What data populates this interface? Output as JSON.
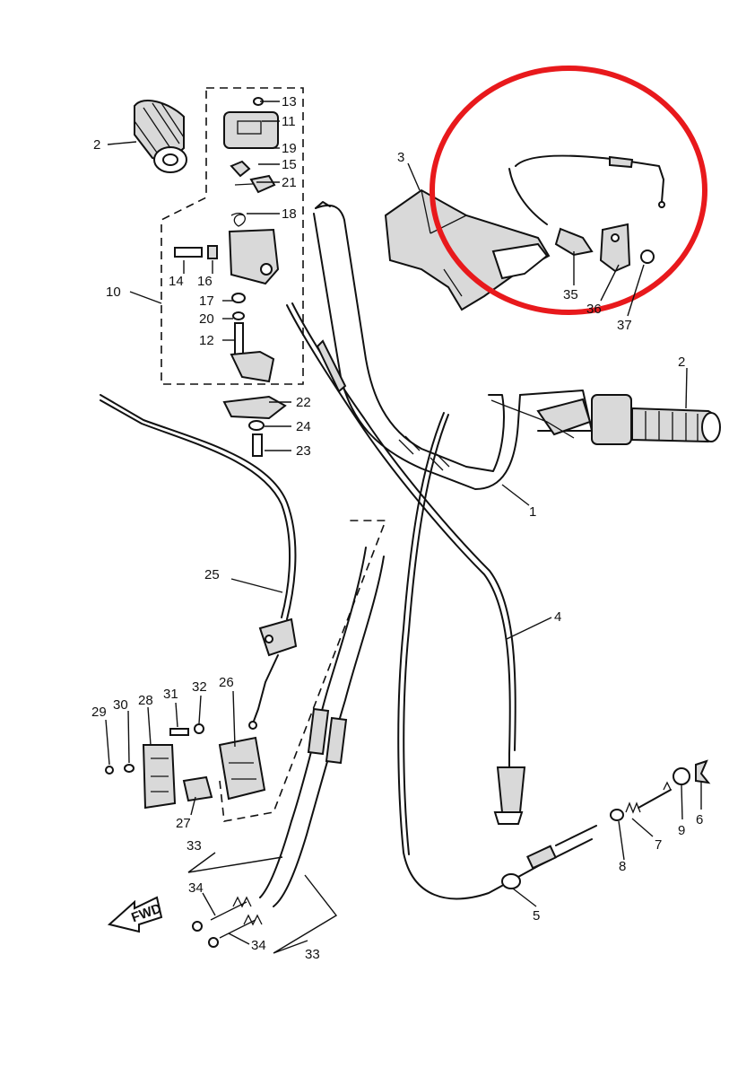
{
  "colors": {
    "highlight": "#e8191c",
    "line": "#111111",
    "shade": "#d9d9d9"
  },
  "fwd_label": "FWD",
  "labels": [
    "1",
    "2",
    "2",
    "3",
    "4",
    "5",
    "6",
    "7",
    "8",
    "9",
    "10",
    "11",
    "12",
    "13",
    "14",
    "15",
    "16",
    "17",
    "18",
    "19",
    "20",
    "21",
    "22",
    "23",
    "24",
    "25",
    "26",
    "27",
    "28",
    "29",
    "30",
    "31",
    "32",
    "33",
    "33",
    "34",
    "34",
    "35",
    "36",
    "37"
  ]
}
